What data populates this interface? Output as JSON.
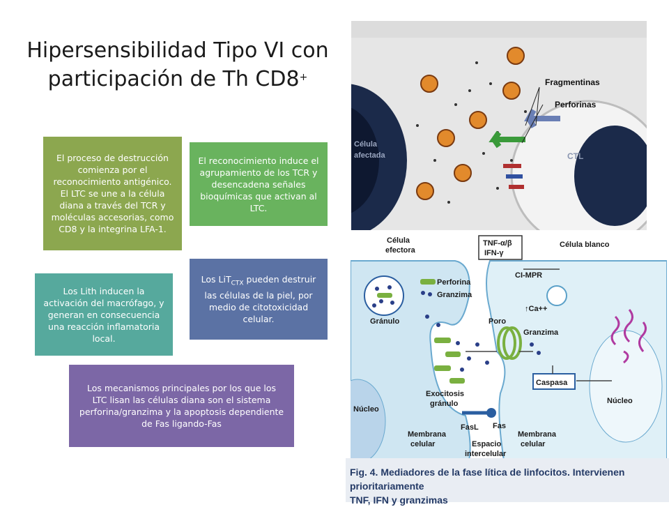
{
  "title": {
    "line1": "Hipersensibilidad Tipo VI con",
    "line2": "participación de Th CD8",
    "sup": "+"
  },
  "boxes": {
    "recognition_start": "El proceso de destrucción comienza por el reconocimiento antigénico. El LTC se une a la célula diana a través del TCR y moléculas accesorias, como CD8 y la integrina LFA-1.",
    "tcr_grouping": "El reconocimiento induce el agrupamiento de los TCR y desencadena señales bioquímicas que activan al LTC.",
    "lith_macrophage": "Los Lith inducen la activación del macrófago, y generan en consecuencia una reacción inflamatoria local.",
    "litctx_pre": "Los LiT",
    "litctx_sub": "CTX",
    "litctx_post": " pueden destruir las células de la piel, por medio de citotoxicidad celular.",
    "mechanisms": "Los mecanismos principales por los que los LTC lisan las células diana son el sistema perforina/granzima y la apoptosis dependiente de Fas ligando-Fas"
  },
  "figure_top": {
    "fragmentinas": "Fragmentinas",
    "perforinas": "Perforinas",
    "celula": "Célula",
    "afectada": "afectada",
    "ctl": "CTL"
  },
  "figure_bottom": {
    "celula_efectora_1": "Célula",
    "celula_efectora_2": "efectora",
    "tnf": "TNF-α/β",
    "ifn": "IFN-γ",
    "celula_blanco": "Célula blanco",
    "perforina": "Perforina",
    "granzima": "Granzima",
    "cimpr": "CI-MPR",
    "ca": "↑Ca++",
    "granulo": "Gránulo",
    "poro": "Poro",
    "granzima2": "Granzima",
    "exocitosis_1": "Exocitosis",
    "exocitosis_2": "gránulo",
    "caspasa": "Caspasa",
    "nucleo_left": "Núcleo",
    "nucleo_right": "Núcleo",
    "fasl": "FasL",
    "fas": "Fas",
    "membrana_l1": "Membrana",
    "membrana_l2": "celular",
    "membrana_r1": "Membrana",
    "membrana_r2": "celular",
    "espacio_1": "Espacio",
    "espacio_2": "intercelular"
  },
  "caption": {
    "line1": "Fig. 4. Mediadores de la fase lítica de linfocitos. Intervienen prioritariamente",
    "line2": "TNF, IFN y granzimas"
  },
  "colors": {
    "box_olive": "#8ca74f",
    "box_green": "#69b35e",
    "box_teal": "#56a99d",
    "box_blue": "#5b72a4",
    "box_purple": "#7c67a6",
    "caption_text": "#243a66"
  }
}
